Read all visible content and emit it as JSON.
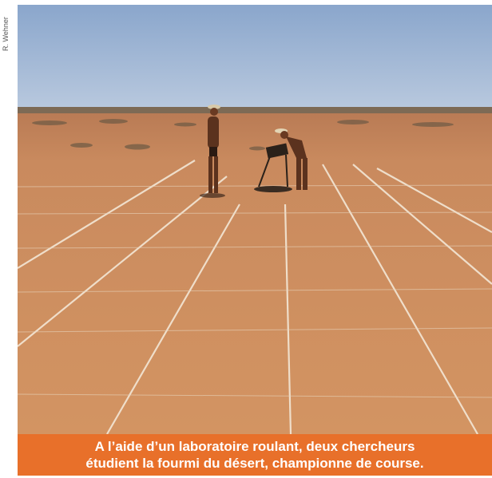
{
  "credit": "R. Wehner",
  "caption": {
    "line1": "A l’aide d’un laboratoire roulant, deux chercheurs",
    "line2": "étudient la fourmi du désert, championne de course."
  },
  "colors": {
    "sky_top": "#8aa6cc",
    "sky_bottom": "#b7c8de",
    "ground_far": "#c8865a",
    "ground_near": "#d2935f",
    "lines": "#f3e7d6",
    "caption_bg": "#e8702a"
  }
}
